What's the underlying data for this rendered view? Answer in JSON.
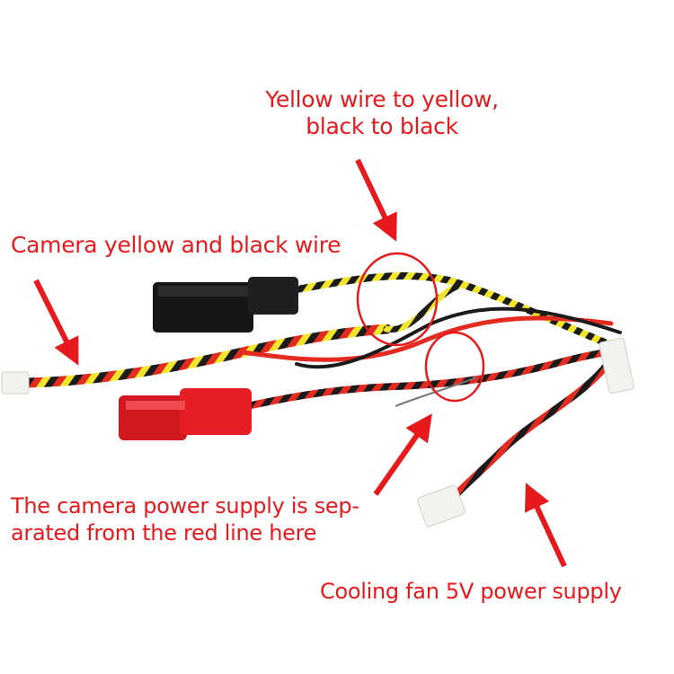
{
  "labels": {
    "yellow_wire": [
      "Yellow wire to yellow,",
      "black to black"
    ],
    "camera_wire": "Camera yellow and black wire",
    "camera_power": [
      "The camera power supply is sep-",
      "arated from the red line here"
    ],
    "cooling_fan": "Cooling fan 5V power supply"
  },
  "colors": {
    "annotation": "#e8191d",
    "yellow_wire": "#f3e52a",
    "black_wire": "#1b1b1b",
    "red_wire": "#e42b22",
    "red_connector": "#e61e25",
    "black_connector": "#161616",
    "white_connector": "#f2f2ee"
  }
}
